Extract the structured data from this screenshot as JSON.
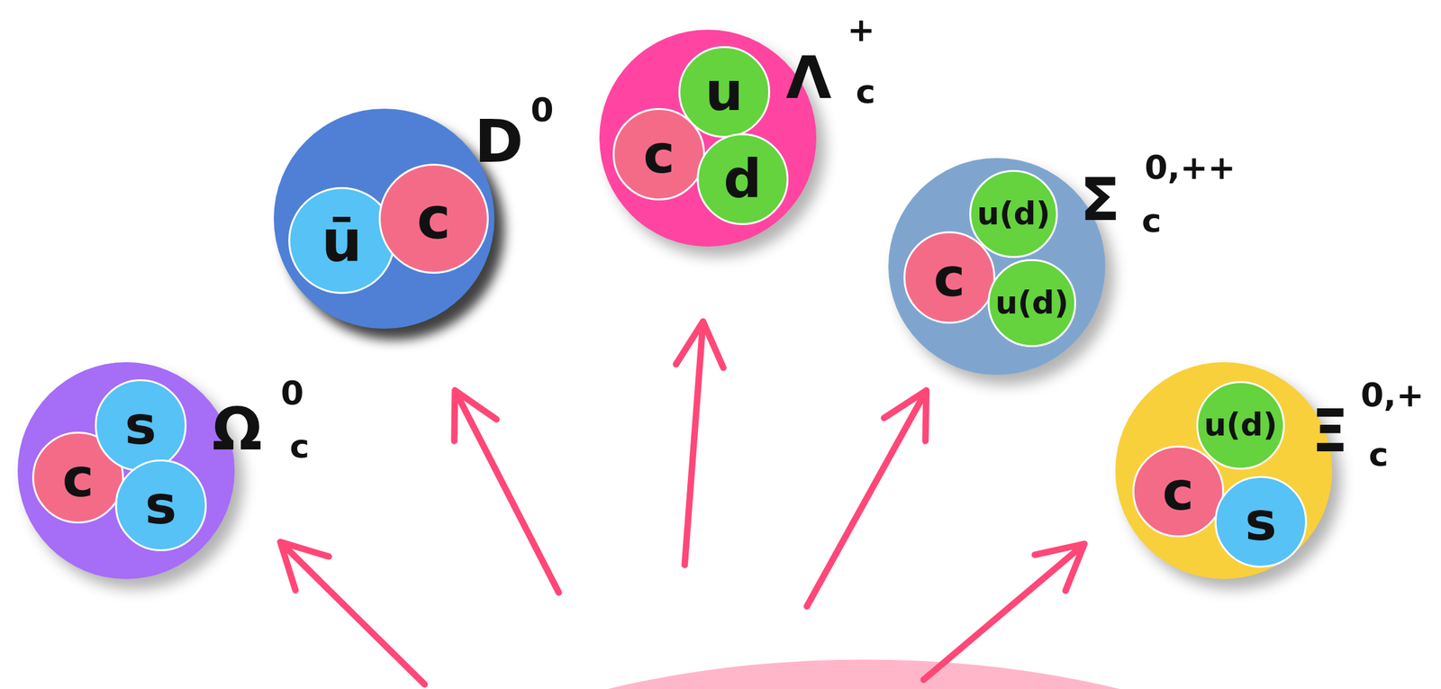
{
  "diagram": {
    "nodes": [
      {
        "text": [
          "Ω",
          "0",
          "c"
        ]
      },
      {
        "text": [
          "c"
        ],
        "in": 0
      },
      {
        "text": [
          "s"
        ],
        "in": 0
      },
      {
        "text": [
          "s"
        ],
        "in": 0
      },
      {
        "text": [
          "D",
          "0"
        ]
      },
      {
        "text": [
          "ū"
        ],
        "in": 4
      },
      {
        "text": [
          "c"
        ],
        "in": 4
      },
      {
        "text": [
          "Λ",
          "+",
          "c"
        ]
      },
      {
        "text": [
          "c"
        ],
        "in": 7
      },
      {
        "text": [
          "u"
        ],
        "in": 7
      },
      {
        "text": [
          "d"
        ],
        "in": 7
      },
      {
        "text": [
          "Σ",
          "0,++",
          "c"
        ]
      },
      {
        "text": [
          "c"
        ],
        "in": 11
      },
      {
        "text": [
          "u(d)"
        ],
        "in": 11
      },
      {
        "text": [
          "u(d)"
        ],
        "in": 11
      },
      {
        "text": [
          "Ξ",
          "0,+",
          "c"
        ]
      },
      {
        "text": [
          "c"
        ],
        "in": 15
      },
      {
        "text": [
          "u(d)"
        ],
        "in": 15
      },
      {
        "text": [
          "s"
        ],
        "in": 15
      }
    ]
  }
}
